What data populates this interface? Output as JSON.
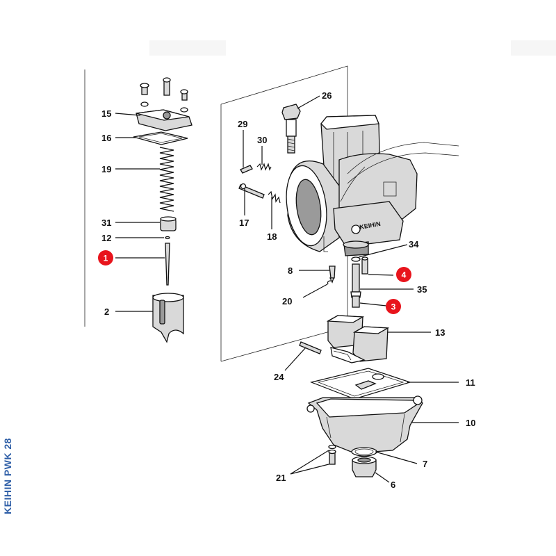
{
  "side_label": "KEIHIN PWK 28",
  "brand_marking": "KEIHIN",
  "callouts": [
    {
      "id": "15",
      "text": "15"
    },
    {
      "id": "16",
      "text": "16"
    },
    {
      "id": "19",
      "text": "19"
    },
    {
      "id": "31",
      "text": "31"
    },
    {
      "id": "12",
      "text": "12"
    },
    {
      "id": "2",
      "text": "2"
    },
    {
      "id": "29",
      "text": "29"
    },
    {
      "id": "30",
      "text": "30"
    },
    {
      "id": "17",
      "text": "17"
    },
    {
      "id": "18",
      "text": "18"
    },
    {
      "id": "26",
      "text": "26"
    },
    {
      "id": "34",
      "text": "34"
    },
    {
      "id": "8",
      "text": "8"
    },
    {
      "id": "20",
      "text": "20"
    },
    {
      "id": "35",
      "text": "35"
    },
    {
      "id": "13",
      "text": "13"
    },
    {
      "id": "24",
      "text": "24"
    },
    {
      "id": "11",
      "text": "11"
    },
    {
      "id": "10",
      "text": "10"
    },
    {
      "id": "7",
      "text": "7"
    },
    {
      "id": "21",
      "text": "21"
    },
    {
      "id": "6",
      "text": "6"
    }
  ],
  "badges": [
    {
      "id": "1",
      "text": "1",
      "color": "#e8141c"
    },
    {
      "id": "4",
      "text": "4",
      "color": "#e8141c"
    },
    {
      "id": "3",
      "text": "3",
      "color": "#e8141c"
    }
  ],
  "colors": {
    "label": "#2f5fa7",
    "badge": "#e8141c",
    "line": "#111111"
  }
}
